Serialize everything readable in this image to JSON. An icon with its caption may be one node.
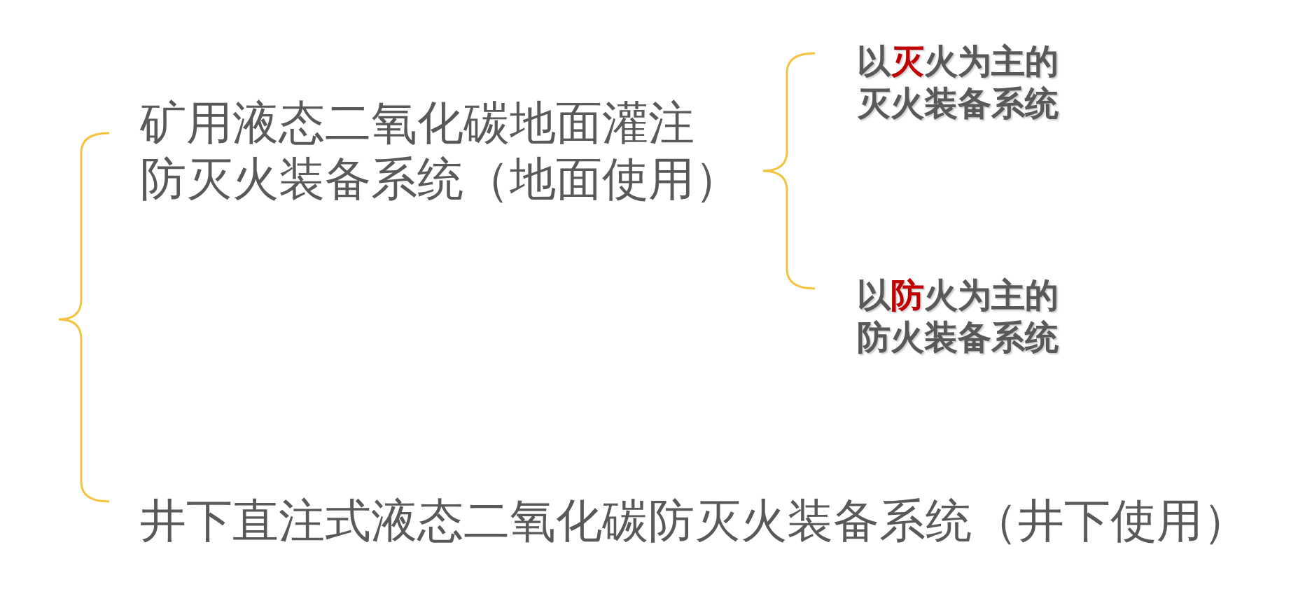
{
  "diagram": {
    "nodes": [
      {
        "text": [
          "矿用液态二氧化碳地面灌注防灭火装备系统（地面使用）"
        ]
      },
      {
        "text": [
          "以**灭**火为主的灭火装备系统"
        ]
      },
      {
        "text": [
          "以**防**火为主的防火装备系统"
        ]
      },
      {
        "text": [
          "井下直注式液态二氧化碳防灭火装备系统（井下使用）"
        ]
      }
    ],
    "edges": [
      {
        "from": null,
        "to": 0,
        "arrow": "none"
      },
      {
        "from": null,
        "to": 3,
        "arrow": "none"
      },
      {
        "from": 0,
        "to": 1,
        "arrow": "none"
      },
      {
        "from": 0,
        "to": 2,
        "arrow": "none"
      }
    ]
  }
}
